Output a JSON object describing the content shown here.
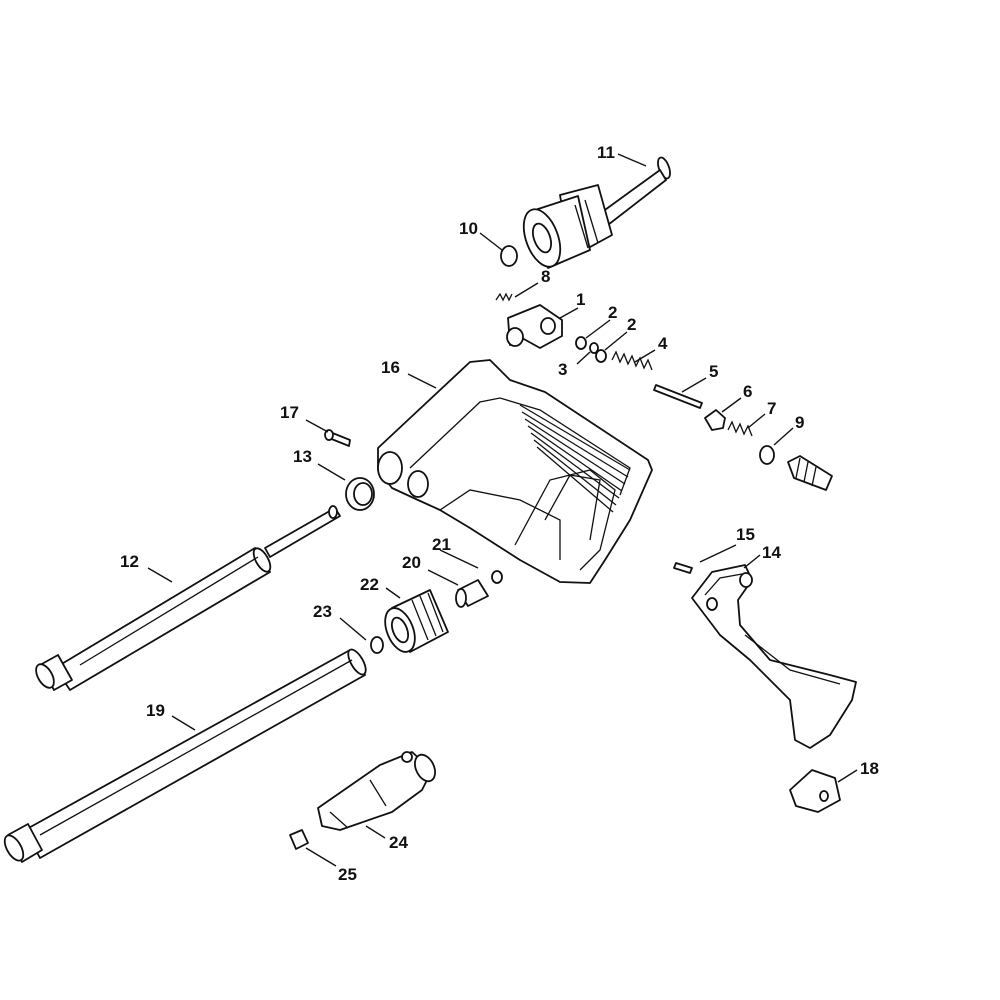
{
  "diagram": {
    "callouts": [
      {
        "id": "label-1",
        "text": "1"
      },
      {
        "id": "label-2a",
        "text": "2"
      },
      {
        "id": "label-2b",
        "text": "2"
      },
      {
        "id": "label-3",
        "text": "3"
      },
      {
        "id": "label-4",
        "text": "4"
      },
      {
        "id": "label-5",
        "text": "5"
      },
      {
        "id": "label-6",
        "text": "6"
      },
      {
        "id": "label-7",
        "text": "7"
      },
      {
        "id": "label-8",
        "text": "8"
      },
      {
        "id": "label-9",
        "text": "9"
      },
      {
        "id": "label-10",
        "text": "10"
      },
      {
        "id": "label-11",
        "text": "11"
      },
      {
        "id": "label-12",
        "text": "12"
      },
      {
        "id": "label-13",
        "text": "13"
      },
      {
        "id": "label-14",
        "text": "14"
      },
      {
        "id": "label-15",
        "text": "15"
      },
      {
        "id": "label-16",
        "text": "16"
      },
      {
        "id": "label-17",
        "text": "17"
      },
      {
        "id": "label-18",
        "text": "18"
      },
      {
        "id": "label-19",
        "text": "19"
      },
      {
        "id": "label-20",
        "text": "20"
      },
      {
        "id": "label-21",
        "text": "21"
      },
      {
        "id": "label-22",
        "text": "22"
      },
      {
        "id": "label-23",
        "text": "23"
      },
      {
        "id": "label-24",
        "text": "24"
      },
      {
        "id": "label-25",
        "text": "25"
      }
    ]
  }
}
